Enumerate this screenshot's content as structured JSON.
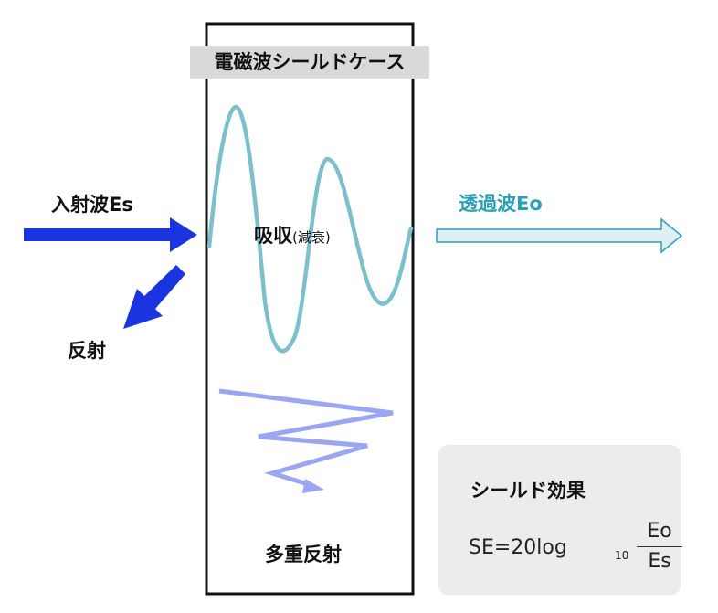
{
  "case": {
    "title": "電磁波シールドケース"
  },
  "labels": {
    "incident": "入射波Es",
    "reflection": "反射",
    "transmitted": "透過波Eo",
    "absorption": "吸収",
    "absorption_note": "(減衰)",
    "multiple_reflection": "多重反射"
  },
  "shielding": {
    "title": "シールド効果",
    "formula_lhs": "SE=20log",
    "formula_sub": "10",
    "numerator": "Eo",
    "denominator": "Es"
  },
  "colors": {
    "incident_arrow": "#1a35e0",
    "wave": "#7cc0cc",
    "transmitted_arrow": "#2aa0b8",
    "multi_reflection": "#9aa6f2"
  }
}
